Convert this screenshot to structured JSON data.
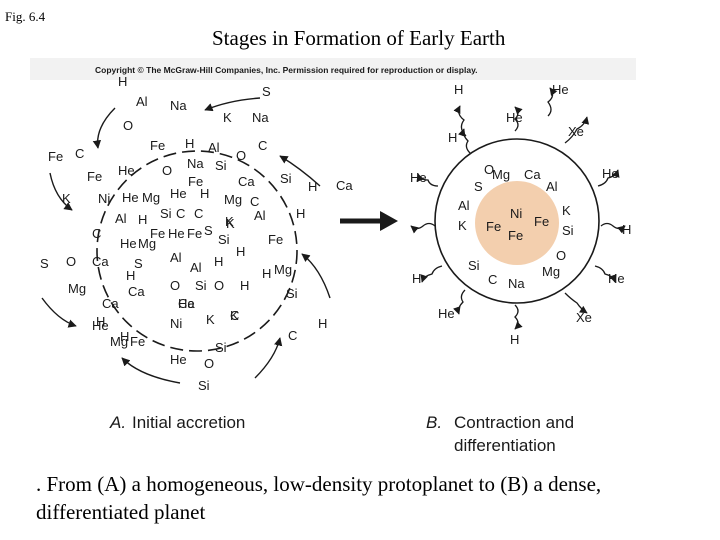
{
  "slide": {
    "fig_label": "Fig. 6.4",
    "title": "Stages in Formation of Early Earth",
    "caption": ". From (A) a homogeneous, low-density protoplanet to (B) a dense, differentiated planet"
  },
  "figure": {
    "copyright": "Copyright © The McGraw-Hill Companies, Inc. Permission required for reproduction or display.",
    "panel_a": {
      "letter": "A.",
      "label": "Initial accretion",
      "elements": [
        "H",
        "Al",
        "Na",
        "S",
        "O",
        "K",
        "Na",
        "Fe",
        "H",
        "Al",
        "O",
        "Fe",
        "C",
        "C",
        "He",
        "O",
        "Na",
        "Si",
        "Fe",
        "Fe",
        "Ca",
        "Si",
        "H",
        "Ca",
        "K",
        "Ni",
        "He",
        "Mg",
        "He",
        "H",
        "Mg",
        "C",
        "Al",
        "H",
        "Si",
        "C",
        "C",
        "K",
        "Al",
        "H",
        "Fe",
        "He",
        "Fe",
        "S",
        "K",
        "C",
        "He",
        "Mg",
        "Si",
        "H",
        "Fe",
        "S",
        "O",
        "Ca",
        "S",
        "Al",
        "H",
        "Mg",
        "H",
        "Al",
        "Ca",
        "O",
        "Si",
        "H",
        "O",
        "Mg",
        "Si",
        "He",
        "K",
        "C",
        "Ca",
        "H",
        "Ni",
        "He",
        "Mg",
        "H",
        "C",
        "Fe",
        "Si",
        "He",
        "O",
        "Si",
        "H",
        "K",
        "Ca",
        "H"
      ]
    },
    "panel_b": {
      "letter": "B.",
      "label_line1": "Contraction and",
      "label_line2": "differentiation",
      "core_elements": [
        "Ni",
        "Fe",
        "Fe",
        "Fe"
      ],
      "mantle_elements": [
        "Mg",
        "Ca",
        "S",
        "Al",
        "Al",
        "K",
        "K",
        "Si",
        "Si",
        "O",
        "O",
        "Mg",
        "C",
        "Na"
      ],
      "escaping_gases": [
        "H",
        "He",
        "He",
        "Xe",
        "H",
        "He",
        "He",
        "H",
        "H",
        "He",
        "He",
        "Xe",
        "H"
      ]
    },
    "colors": {
      "core": "#f3cfae",
      "arrow": "#1a1a1a"
    }
  }
}
